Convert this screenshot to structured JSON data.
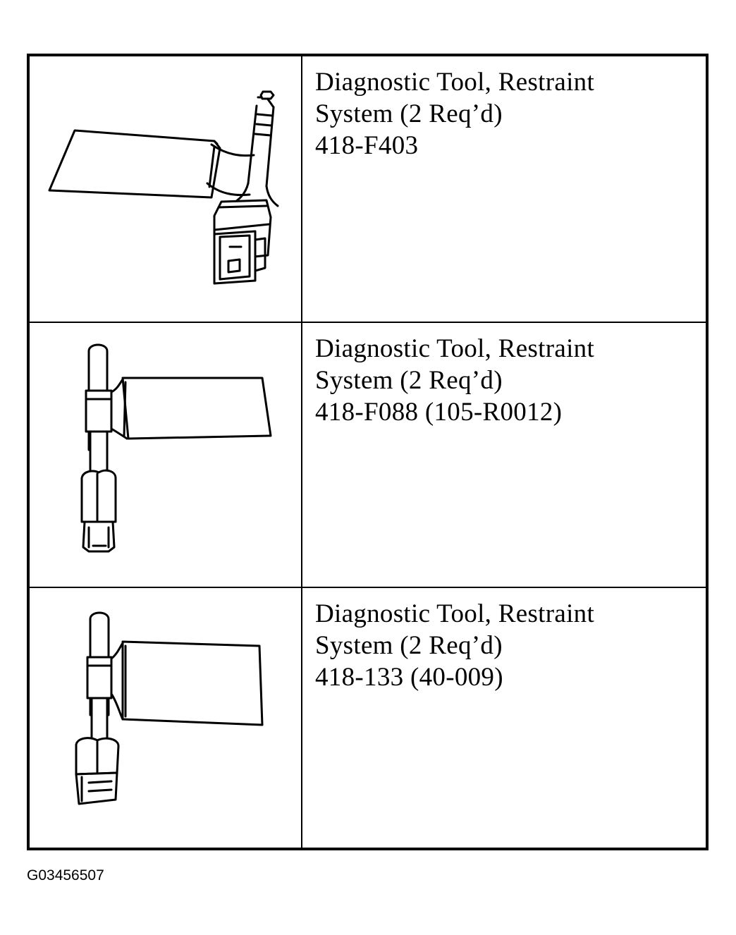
{
  "tools": [
    {
      "name": "Diagnostic Tool, Restraint",
      "requirement": "System (2 Req’d)",
      "part_number": "418-F403",
      "icon": "restraint-diagnostic-connector-tool-icon"
    },
    {
      "name": "Diagnostic Tool, Restraint",
      "requirement": "System (2 Req’d)",
      "part_number": "418-F088 (105-R0012)",
      "icon": "restraint-diagnostic-connector-tool-icon"
    },
    {
      "name": "Diagnostic Tool, Restraint",
      "requirement": "System (2 Req’d)",
      "part_number": "418-133 (40-009)",
      "icon": "restraint-diagnostic-connector-tool-icon"
    }
  ],
  "figure_id": "G03456507"
}
